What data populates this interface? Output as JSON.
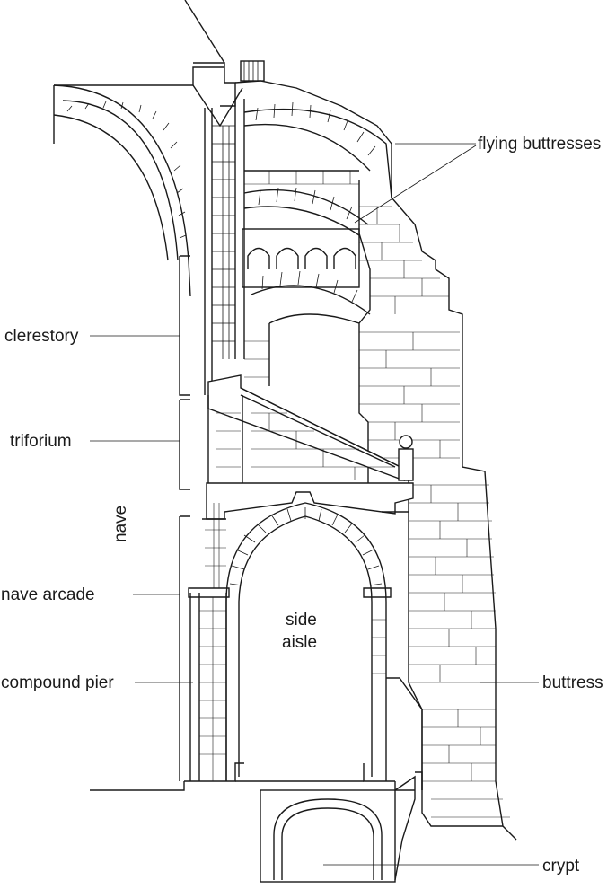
{
  "labels": {
    "flying_buttresses": "flying buttresses",
    "clerestory": "clerestory",
    "triforium": "triforium",
    "nave": "nave",
    "nave_arcade": "nave arcade",
    "compound_pier": "compound pier",
    "side_aisle_line1": "side",
    "side_aisle_line2": "aisle",
    "buttress": "buttress",
    "crypt": "crypt"
  },
  "colors": {
    "ink": "#1a1a1a",
    "paper": "#ffffff"
  }
}
